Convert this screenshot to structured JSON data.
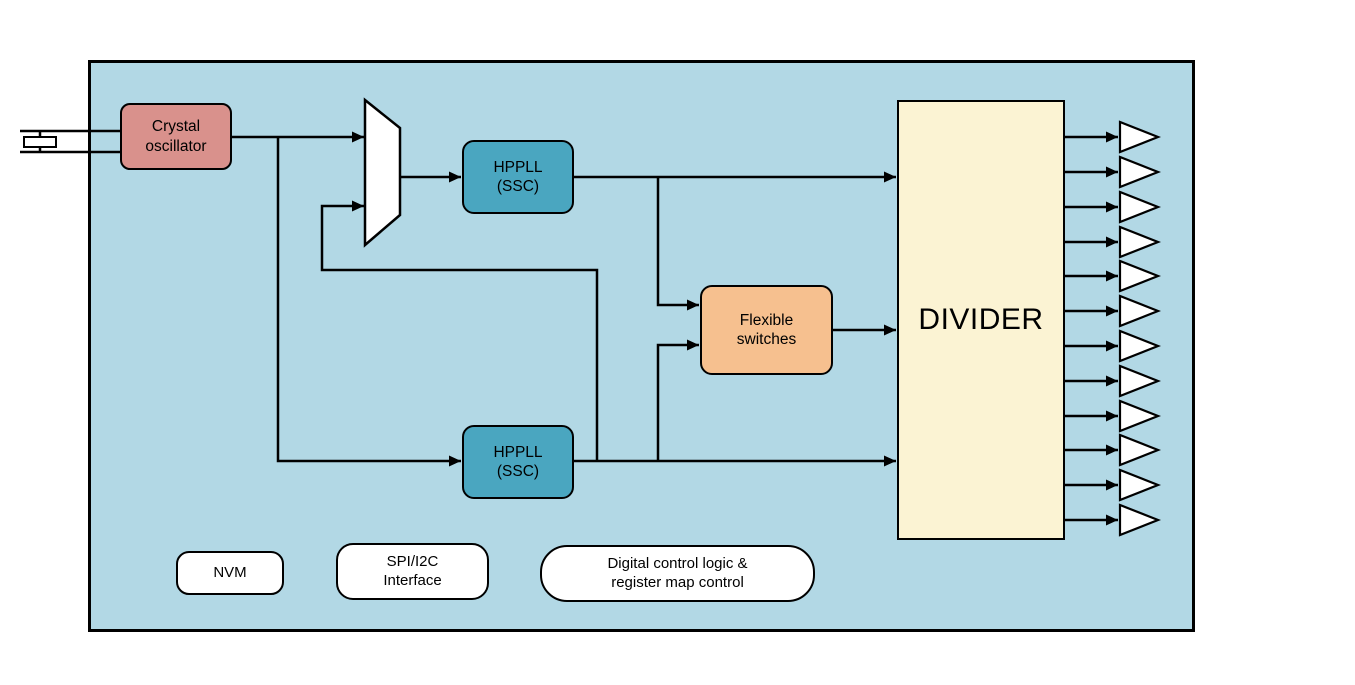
{
  "diagram": {
    "type": "block-diagram",
    "description": "Clock generator chip block diagram",
    "blocks": {
      "crystal_oscillator": {
        "label": "Crystal\noscillator",
        "color": "#d9918c"
      },
      "hppll_top": {
        "label": "HPPLL\n(SSC)",
        "color": "#4aa6c0"
      },
      "hppll_bottom": {
        "label": "HPPLL\n(SSC)",
        "color": "#4aa6c0"
      },
      "flexible_switches": {
        "label": "Flexible\nswitches",
        "color": "#f6c08f"
      },
      "divider": {
        "label": "DIVIDER",
        "color": "#fbf3d3"
      },
      "nvm": {
        "label": "NVM",
        "color": "#ffffff"
      },
      "spi_interface": {
        "label": "SPI/I2C\nInterface",
        "color": "#ffffff"
      },
      "digital_control": {
        "label": "Digital control logic &\nregister map control",
        "color": "#ffffff"
      }
    },
    "icons": {
      "crystal": "crystal-symbol",
      "mux": "multiplexer-trapezoid",
      "output_buffers": {
        "name": "buffer-triangle",
        "count": 12
      }
    },
    "connections": [
      "crystal -> crystal_oscillator",
      "crystal_oscillator -> mux",
      "crystal_oscillator -> hppll_bottom",
      "hppll_bottom -> mux (feedback)",
      "mux -> hppll_top",
      "hppll_top -> divider",
      "hppll_top -> flexible_switches",
      "hppll_bottom -> divider",
      "hppll_bottom -> flexible_switches",
      "flexible_switches -> divider",
      "divider -> 12 output buffers"
    ],
    "colors": {
      "canvas_bg": "#ffffff",
      "chip_bg": "#b2d8e5",
      "line": "#000000"
    }
  }
}
